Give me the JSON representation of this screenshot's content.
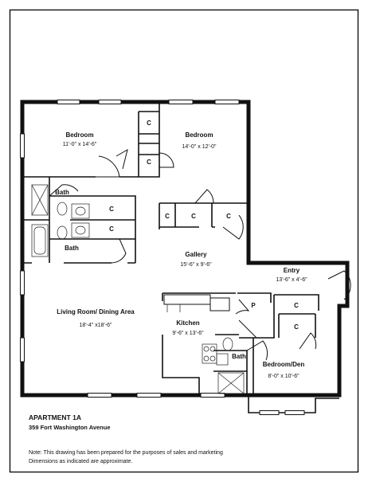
{
  "rooms": {
    "bedroom1": {
      "name": "Bedroom",
      "dims": "11'-0\" x 14'-6\""
    },
    "bedroom2": {
      "name": "Bedroom",
      "dims": "14'-0\" x 12'-0\""
    },
    "bath1": {
      "name": "Bath"
    },
    "bath2": {
      "name": "Bath"
    },
    "gallery": {
      "name": "Gallery",
      "dims": "15'-6\" x 9'-6\""
    },
    "entry": {
      "name": "Entry",
      "dims": "13'-6\" x 4'-6\""
    },
    "living": {
      "name": "Living Room/ Dining Area",
      "dims": "18'-4\" x18'-6\""
    },
    "kitchen": {
      "name": "Kitchen",
      "dims": "9'-6\" x 13'-6\""
    },
    "bath3": {
      "name": "Bath"
    },
    "den": {
      "name": "Bedroom/Den",
      "dims": "8'-0\" x 10'-6\""
    }
  },
  "closets": {
    "label": "C",
    "pantry": "P"
  },
  "caption": {
    "title": "APARTMENT  1A",
    "address": "359 Fort Washington Avenue"
  },
  "note": {
    "line1": "Note: This drawing has been prepared for the purposes of sales and marketing",
    "line2": "Dimensions as indicated are approximate."
  }
}
